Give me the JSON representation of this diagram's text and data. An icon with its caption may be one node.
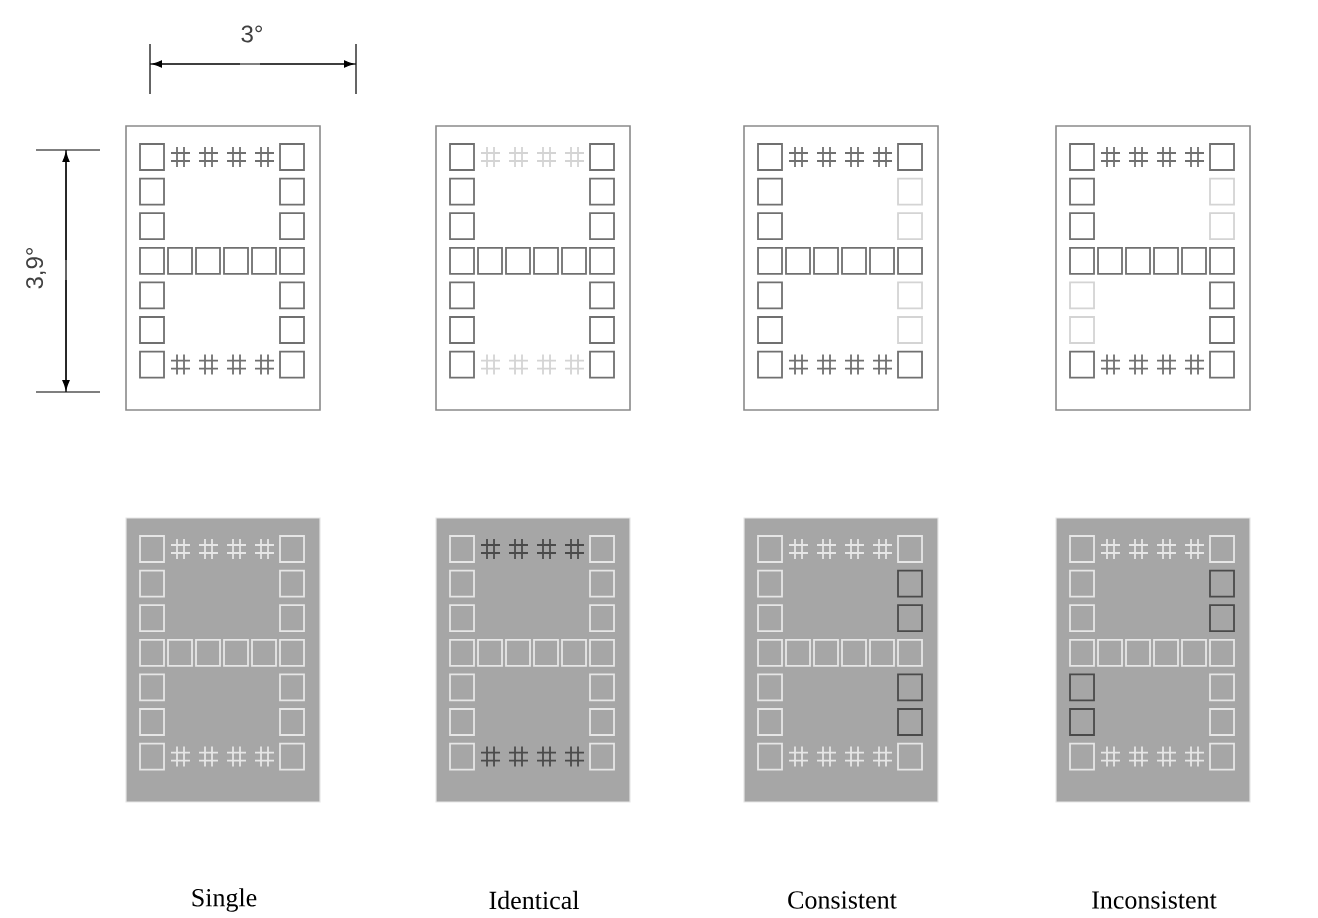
{
  "diagram": {
    "labels": [
      "3°",
      "3,9°",
      "Single",
      "Identical",
      "Consistent",
      "Inconsistent"
    ]
  }
}
